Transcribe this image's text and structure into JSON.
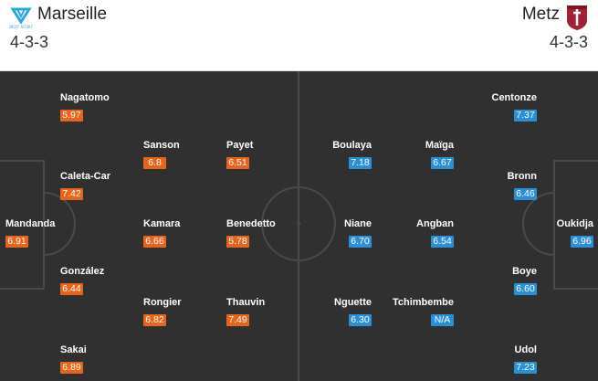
{
  "home": {
    "name": "Marseille",
    "formation": "4-3-3",
    "color": "#e8641b",
    "logo_icon": "marseille-crest-icon",
    "players": [
      {
        "name": "Nagatomo",
        "rating": "5.97"
      },
      {
        "name": "Sanson",
        "rating": "6.8"
      },
      {
        "name": "Payet",
        "rating": "6.51"
      },
      {
        "name": "Caleta-Car",
        "rating": "7.42"
      },
      {
        "name": "Mandanda",
        "rating": "6.91"
      },
      {
        "name": "Kamara",
        "rating": "6.66"
      },
      {
        "name": "Benedetto",
        "rating": "5.78"
      },
      {
        "name": "González",
        "rating": "6.44"
      },
      {
        "name": "Rongier",
        "rating": "6.82"
      },
      {
        "name": "Thauvin",
        "rating": "7.49"
      },
      {
        "name": "Sakai",
        "rating": "6.89"
      }
    ]
  },
  "away": {
    "name": "Metz",
    "formation": "4-3-3",
    "color": "#2a8fd6",
    "logo_icon": "metz-crest-icon",
    "players": [
      {
        "name": "Centonze",
        "rating": "7.37"
      },
      {
        "name": "Boulaya",
        "rating": "7.18"
      },
      {
        "name": "Maïga",
        "rating": "6.67"
      },
      {
        "name": "Bronn",
        "rating": "6.46"
      },
      {
        "name": "Niane",
        "rating": "6.70"
      },
      {
        "name": "Angban",
        "rating": "6.54"
      },
      {
        "name": "Oukidja",
        "rating": "6.96"
      },
      {
        "name": "Boye",
        "rating": "6.60"
      },
      {
        "name": "Nguette",
        "rating": "6.30"
      },
      {
        "name": "Tchimbembe",
        "rating": "N/A"
      },
      {
        "name": "Udol",
        "rating": "7.23"
      }
    ]
  },
  "pitch_color": "#303030"
}
